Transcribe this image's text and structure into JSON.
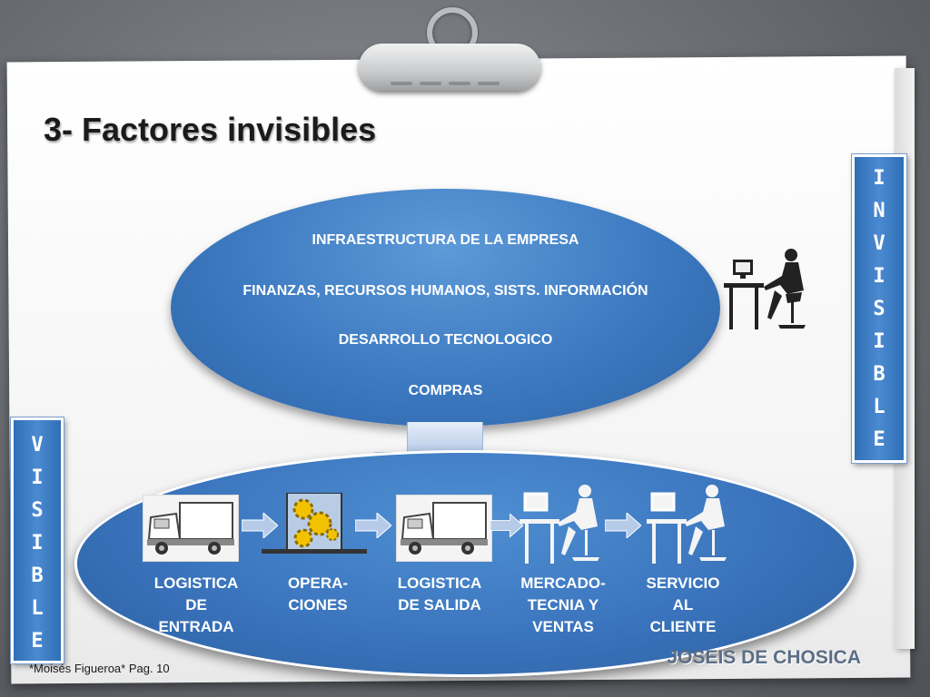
{
  "title": "3- Factores invisibles",
  "top_ellipse": {
    "lines": [
      "INFRAESTRUCTURA DE LA EMPRESA",
      "FINANZAS, RECURSOS HUMANOS, SISTS. INFORMACIÓN",
      "DESARROLLO TECNOLOGICO",
      "COMPRAS"
    ]
  },
  "invisible_letters": [
    "I",
    "N",
    "V",
    "I",
    "S",
    "I",
    "B",
    "L",
    "E"
  ],
  "visible_letters": [
    "V",
    "I",
    "S",
    "I",
    "B",
    "L",
    "E"
  ],
  "flow": [
    {
      "label_lines": [
        "LOGISTICA",
        "DE",
        "ENTRADA"
      ],
      "icon": "truck-icon"
    },
    {
      "label_lines": [
        "OPERA-",
        "CIONES"
      ],
      "icon": "gears-icon"
    },
    {
      "label_lines": [
        "LOGISTICA",
        "DE SALIDA"
      ],
      "icon": "truck-icon"
    },
    {
      "label_lines": [
        "MERCADO-",
        "TECNIA Y",
        "VENTAS"
      ],
      "icon": "office-worker-icon"
    },
    {
      "label_lines": [
        "SERVICIO",
        "AL",
        "CLIENTE"
      ],
      "icon": "office-worker-icon"
    }
  ],
  "footer": {
    "note": "*Moisés Figueroa*  Pag. 10",
    "brand": "JOSEIS DE CHOSICA"
  },
  "colors": {
    "ellipse_blue": "#3c79c0",
    "box_blue": "#3a7cc4",
    "arrow_light_blue": "#b6cbe8"
  }
}
